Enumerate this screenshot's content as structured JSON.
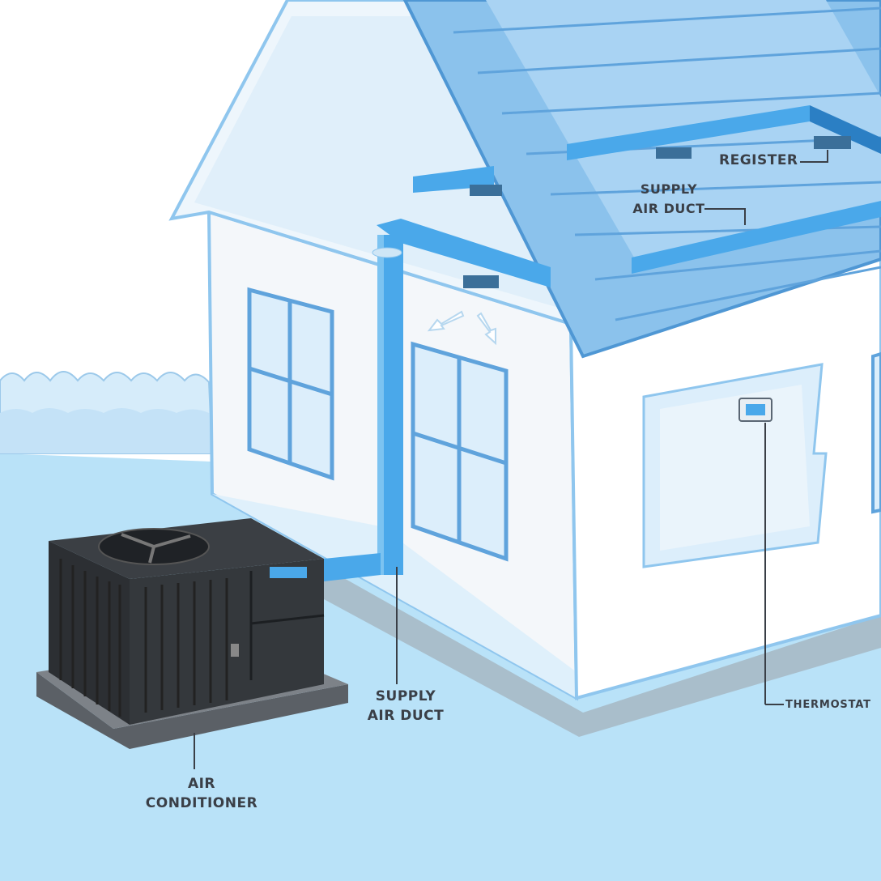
{
  "labels": {
    "register": "REGISTER",
    "supply_air_duct_upper": [
      "SUPPLY",
      "AIR DUCT"
    ],
    "supply_air_duct_lower": [
      "SUPPLY",
      "AIR DUCT"
    ],
    "air_conditioner": [
      "AIR",
      "CONDITIONER"
    ],
    "thermostat": "THERMOSTAT"
  },
  "colors": {
    "ground": "#b9e2f8",
    "duct": "#4aa8ea",
    "duct_dark": "#2b7fc4",
    "roof": "#8bc2ec",
    "roof_dark": "#5fa3dc",
    "wall": "#f4f7fa",
    "unit_body": "#2c2f33",
    "label_text": "#3a3f47"
  }
}
